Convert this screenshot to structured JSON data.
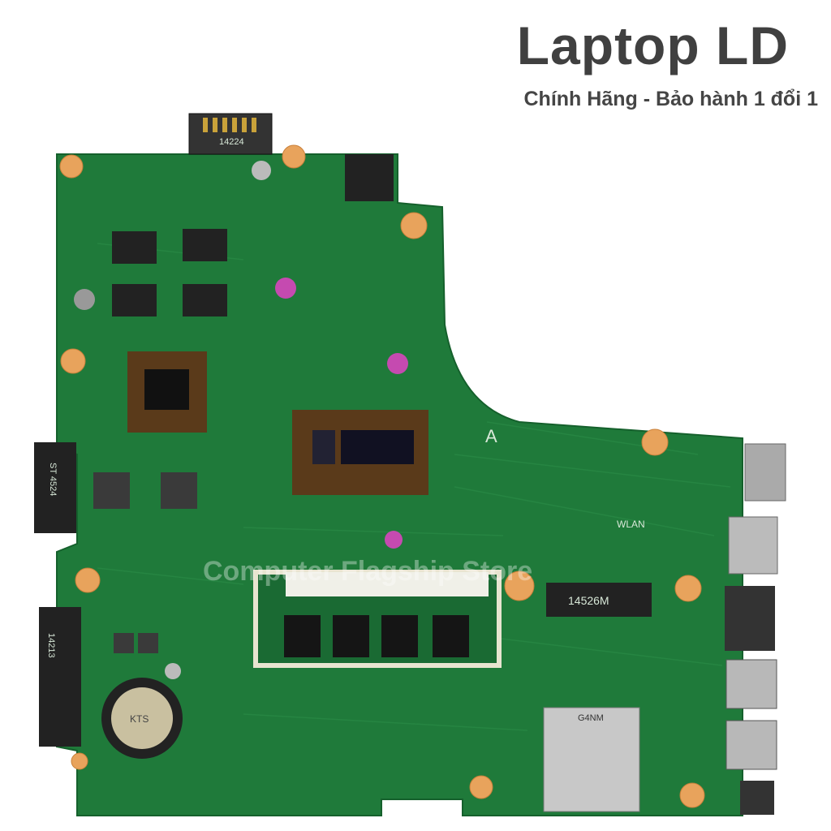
{
  "header": {
    "title": "Laptop LD",
    "subtitle": "Chính Hãng - Bảo hành 1 đổi 1"
  },
  "watermark": "Computer Flagship Store",
  "board_labels": {
    "a": "A",
    "wlan": "WLAN",
    "wifi_slot": "14526M",
    "card_reader": "G4NM",
    "sata_port": "14213",
    "odd_port": "ST 4524",
    "battery": "KTS",
    "battery_connector": "14224"
  },
  "colors": {
    "pcb": "#1f7a3a",
    "pcb_dark": "#15602c",
    "text": "#404040"
  }
}
